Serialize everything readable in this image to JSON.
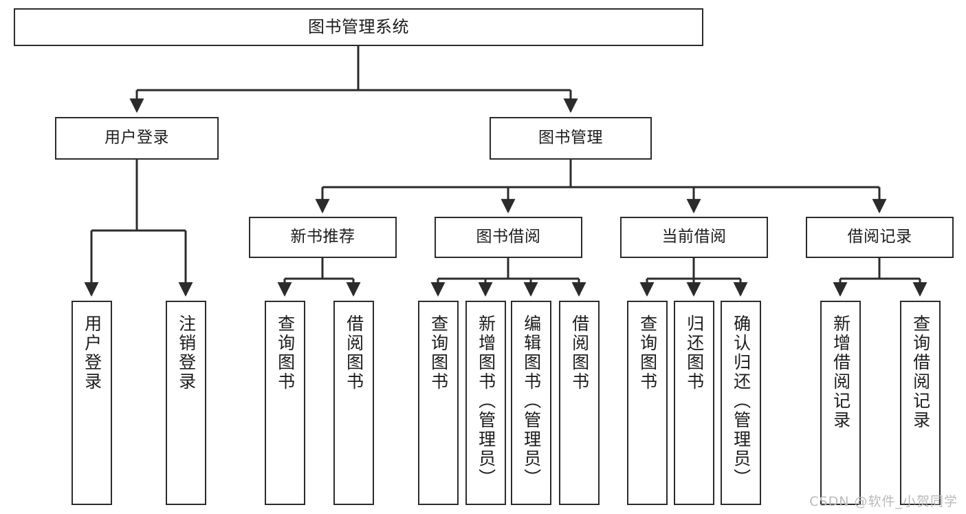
{
  "diagram": {
    "title": "图书管理系统",
    "type": "tree",
    "colors": {
      "box_border": "#2b2b2b",
      "box_fill": "#ffffff",
      "edge": "#2b2b2b",
      "text": "#1c1c1c",
      "watermark": "#b9b9b9"
    },
    "levels": {
      "root": {
        "label": "图书管理系统"
      },
      "level2": [
        {
          "id": "user-login",
          "label": "用户登录"
        },
        {
          "id": "book-management",
          "label": "图书管理"
        }
      ],
      "level3": [
        {
          "id": "new-book-recommend",
          "label": "新书推荐",
          "parent": "book-management"
        },
        {
          "id": "book-borrow",
          "label": "图书借阅",
          "parent": "book-management"
        },
        {
          "id": "current-borrow",
          "label": "当前借阅",
          "parent": "book-management"
        },
        {
          "id": "borrow-record",
          "label": "借阅记录",
          "parent": "book-management"
        }
      ],
      "leaves": [
        {
          "id": "leaf-user-login",
          "label": "用户登录",
          "parent": "user-login"
        },
        {
          "id": "leaf-logout-login",
          "label": "注销登录",
          "parent": "user-login"
        },
        {
          "id": "leaf-query-book-1",
          "label": "查询图书",
          "parent": "new-book-recommend"
        },
        {
          "id": "leaf-borrow-book-1",
          "label": "借阅图书",
          "parent": "new-book-recommend"
        },
        {
          "id": "leaf-query-book-2",
          "label": "查询图书",
          "parent": "book-borrow"
        },
        {
          "id": "leaf-add-book",
          "label": "新增图书（管理员）",
          "parent": "book-borrow"
        },
        {
          "id": "leaf-edit-book",
          "label": "编辑图书（管理员）",
          "parent": "book-borrow"
        },
        {
          "id": "leaf-borrow-book-2",
          "label": "借阅图书",
          "parent": "book-borrow"
        },
        {
          "id": "leaf-query-book-3",
          "label": "查询图书",
          "parent": "current-borrow"
        },
        {
          "id": "leaf-return-book",
          "label": "归还图书",
          "parent": "current-borrow"
        },
        {
          "id": "leaf-confirm-return",
          "label": "确认归还（管理员）",
          "parent": "current-borrow"
        },
        {
          "id": "leaf-add-record",
          "label": "新增借阅记录",
          "parent": "borrow-record"
        },
        {
          "id": "leaf-query-record",
          "label": "查询借阅记录",
          "parent": "borrow-record"
        }
      ]
    }
  },
  "watermark": {
    "text": "CSDN @软件_小贺同学"
  }
}
